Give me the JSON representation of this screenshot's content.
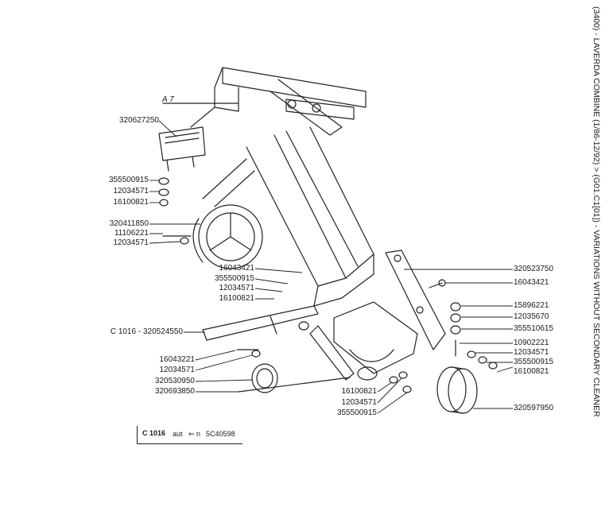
{
  "title": "(3400) - LAVERDA COMBINE (1/86-12/92) > (G01.C1[01]) - VARIATIONS WITHOUT SECONDARY CLEANER",
  "view_ref": "A 7",
  "ref_box": {
    "code": "C 1016",
    "word": "aut",
    "arrow": "⇐ n",
    "number": "5C40598"
  },
  "parts_left": [
    {
      "no": "320627250"
    },
    {
      "no": "355500915"
    },
    {
      "no": "12034571"
    },
    {
      "no": "16100821"
    },
    {
      "no": "320411850"
    },
    {
      "no": "11106221"
    },
    {
      "no": "12034571"
    },
    {
      "no": "16043421"
    },
    {
      "no": "355500915"
    },
    {
      "no": "12034571"
    },
    {
      "no": "16100821"
    },
    {
      "no": "C 1016 - 320524550"
    },
    {
      "no": "16043221"
    },
    {
      "no": "12034571"
    },
    {
      "no": "320530950"
    },
    {
      "no": "320693850"
    }
  ],
  "parts_bottom": [
    {
      "no": "16100821"
    },
    {
      "no": "12034571"
    },
    {
      "no": "355500915"
    }
  ],
  "parts_right": [
    {
      "no": "320523750"
    },
    {
      "no": "16043421"
    },
    {
      "no": "15896221"
    },
    {
      "no": "12035670"
    },
    {
      "no": "355510615"
    },
    {
      "no": "10902221"
    },
    {
      "no": "12034571"
    },
    {
      "no": "355500915"
    },
    {
      "no": "16100821"
    },
    {
      "no": "320597950"
    }
  ]
}
